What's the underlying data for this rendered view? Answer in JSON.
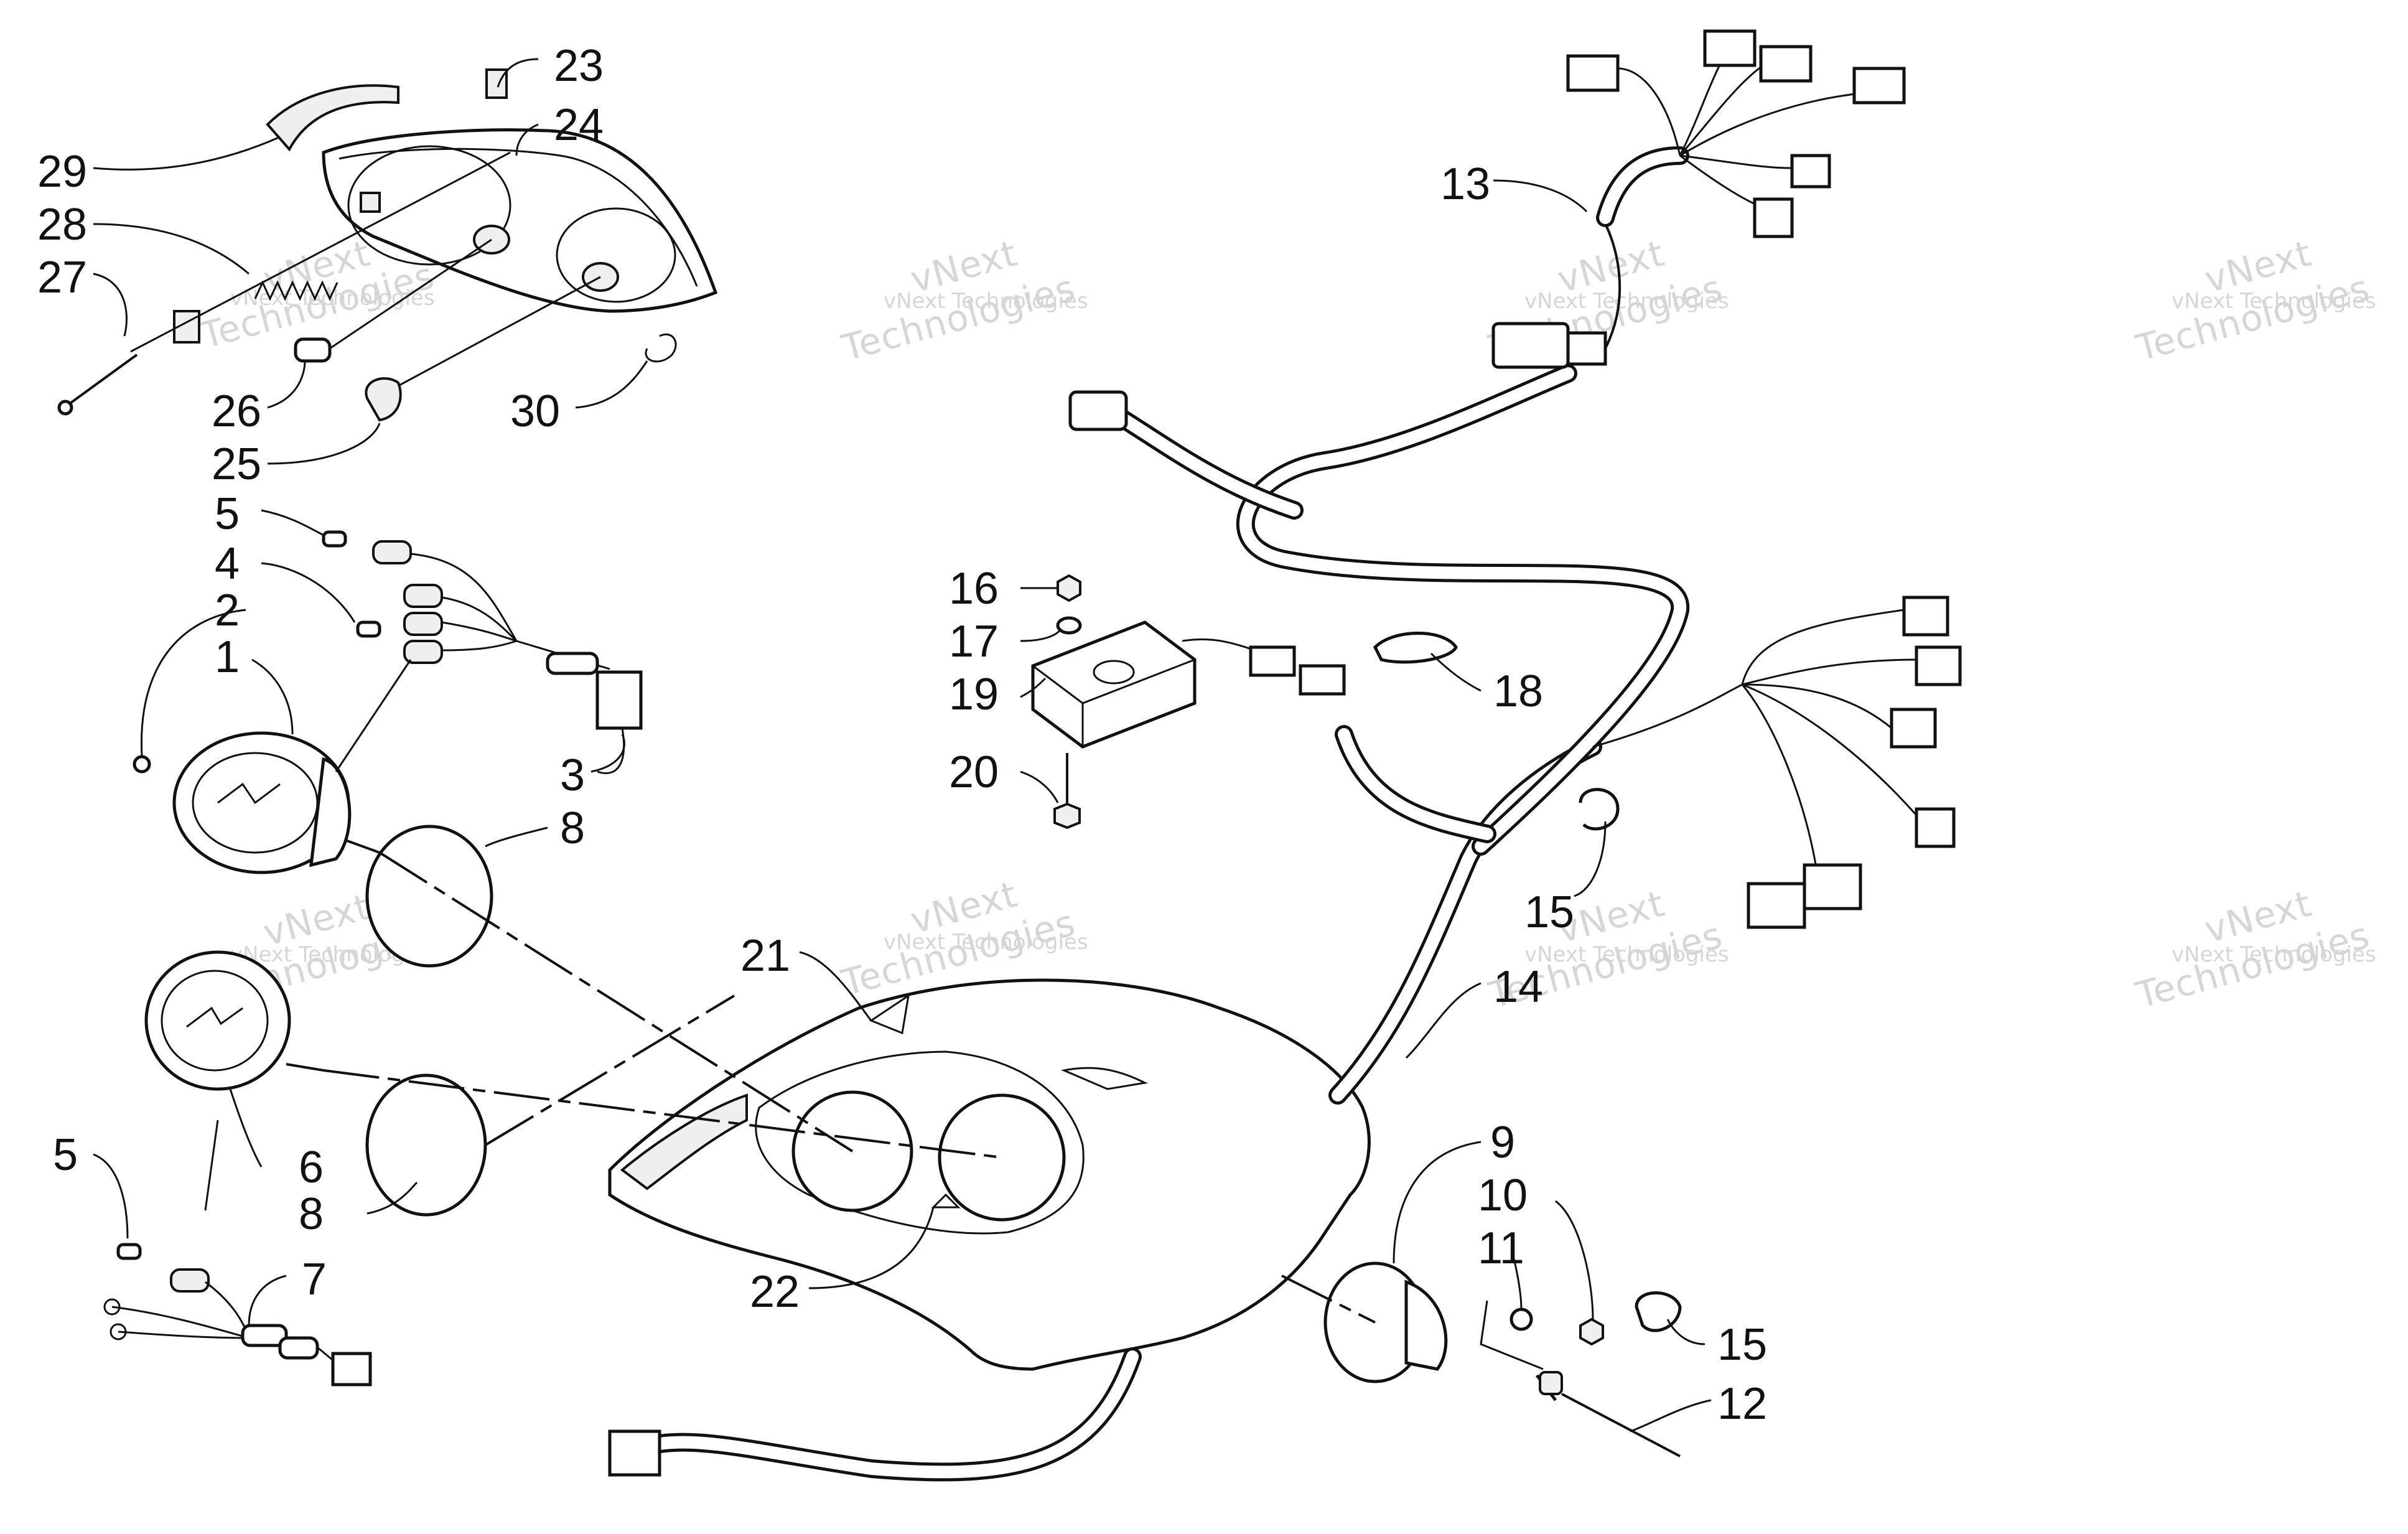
{
  "diagram": {
    "watermark": {
      "small": "vNext Technologies",
      "big_line1": "vNext",
      "big_line2": "Technologies"
    },
    "callouts": [
      {
        "id": "1",
        "label": "1"
      },
      {
        "id": "2",
        "label": "2"
      },
      {
        "id": "3",
        "label": "3"
      },
      {
        "id": "4",
        "label": "4"
      },
      {
        "id": "5a",
        "label": "5"
      },
      {
        "id": "5b",
        "label": "5"
      },
      {
        "id": "6",
        "label": "6"
      },
      {
        "id": "7",
        "label": "7"
      },
      {
        "id": "8a",
        "label": "8"
      },
      {
        "id": "8b",
        "label": "8"
      },
      {
        "id": "9",
        "label": "9"
      },
      {
        "id": "10",
        "label": "10"
      },
      {
        "id": "11",
        "label": "11"
      },
      {
        "id": "12",
        "label": "12"
      },
      {
        "id": "13",
        "label": "13"
      },
      {
        "id": "14",
        "label": "14"
      },
      {
        "id": "15a",
        "label": "15"
      },
      {
        "id": "15b",
        "label": "15"
      },
      {
        "id": "16",
        "label": "16"
      },
      {
        "id": "17",
        "label": "17"
      },
      {
        "id": "18",
        "label": "18"
      },
      {
        "id": "19",
        "label": "19"
      },
      {
        "id": "20",
        "label": "20"
      },
      {
        "id": "21",
        "label": "21"
      },
      {
        "id": "22",
        "label": "22"
      },
      {
        "id": "23",
        "label": "23"
      },
      {
        "id": "24",
        "label": "24"
      },
      {
        "id": "25",
        "label": "25"
      },
      {
        "id": "26",
        "label": "26"
      },
      {
        "id": "27",
        "label": "27"
      },
      {
        "id": "28",
        "label": "28"
      },
      {
        "id": "29",
        "label": "29"
      },
      {
        "id": "30",
        "label": "30"
      }
    ]
  }
}
